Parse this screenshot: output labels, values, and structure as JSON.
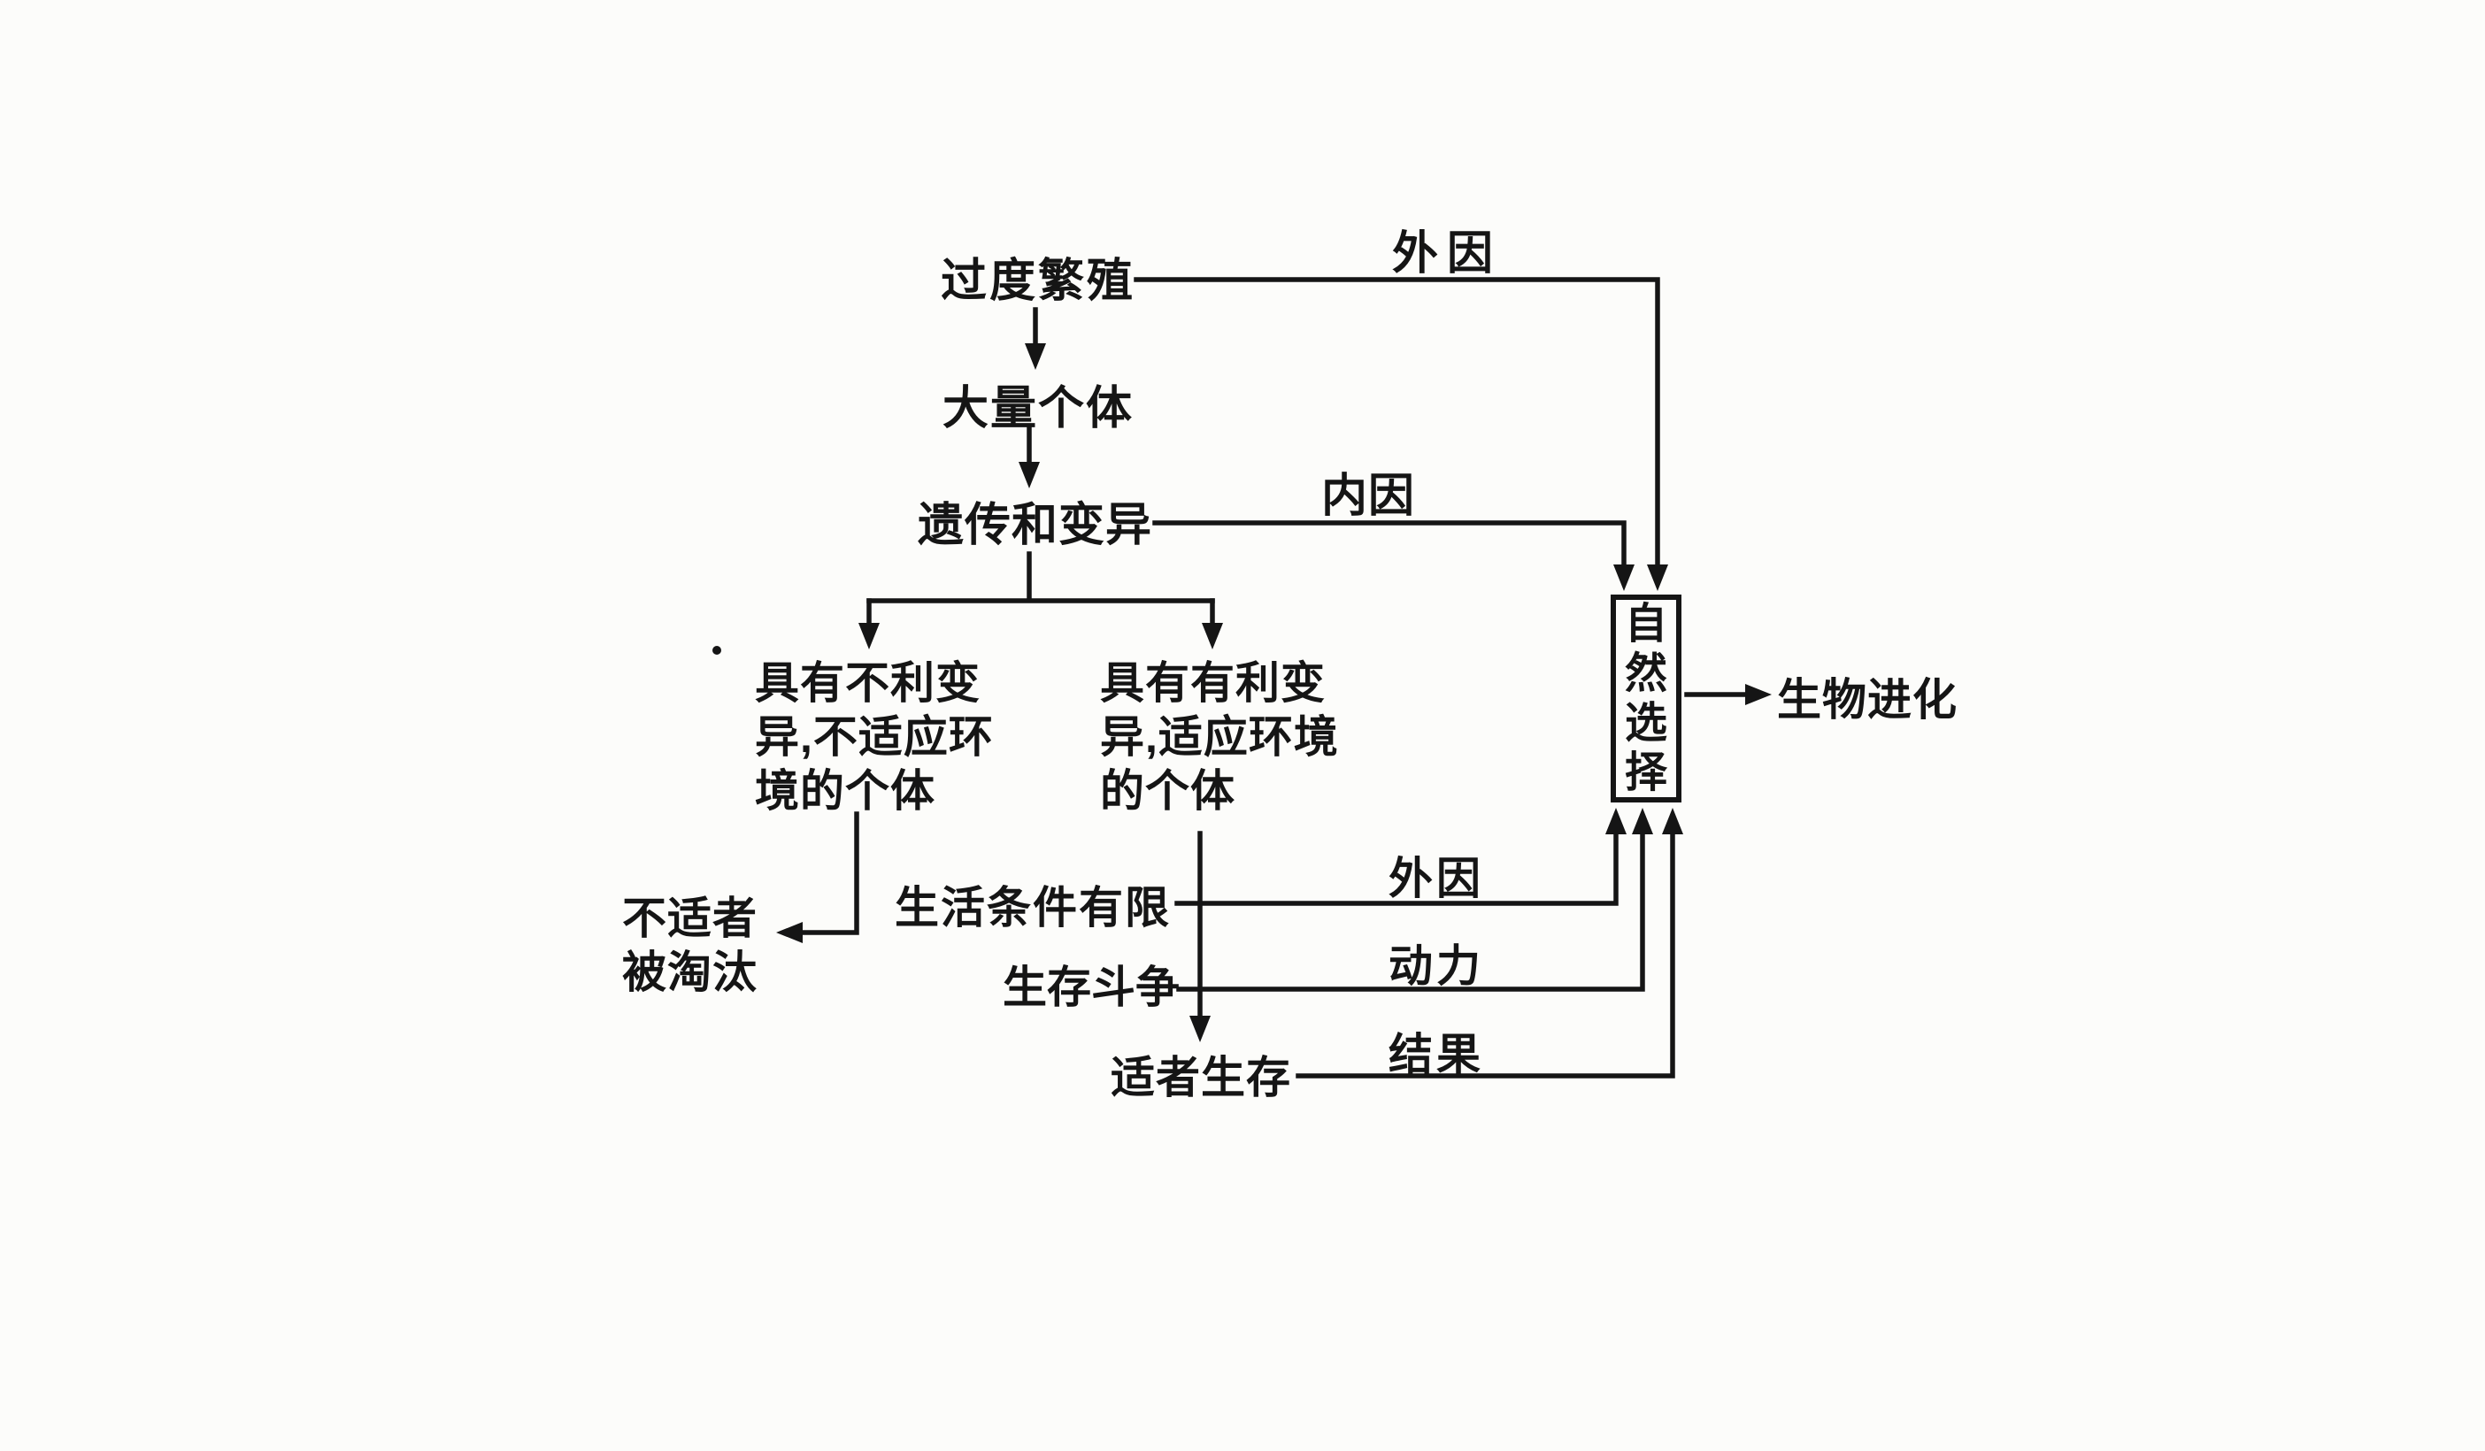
{
  "colors": {
    "ink": "#151515",
    "paper": "#fcfcfa"
  },
  "nodes": {
    "overproduction": "过度繁殖",
    "many_individuals": "大量个体",
    "heredity_and_variation": "遗传和变异",
    "unfavorable_variation": "具有不利变\n异,不适应环\n境的个体",
    "favorable_variation": "具有有利变\n异,适应环境\n的个体",
    "unfit_eliminated": "不适者\n被淘汰",
    "limited_living_conditions": "生活条件有限",
    "struggle_for_existence": "生存斗争",
    "survival_of_fittest": "适者生存",
    "natural_selection": "自然选择",
    "biological_evolution": "生物进化"
  },
  "edge_labels": {
    "external_cause_top": "外因",
    "internal_cause": "内因",
    "external_cause_bottom": "外因",
    "driving_force": "动力",
    "result": "结果"
  }
}
